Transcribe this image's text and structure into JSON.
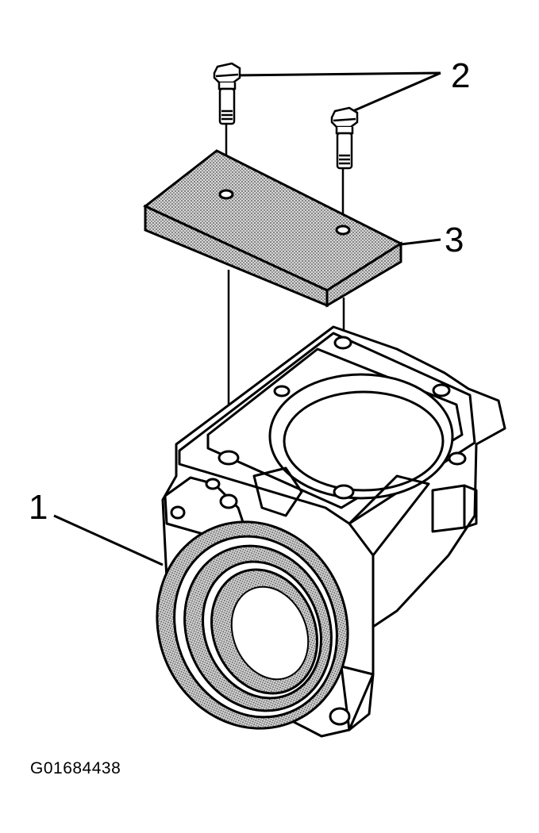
{
  "callouts": {
    "one": "1",
    "two": "2",
    "three": "3"
  },
  "figure_id": "G01684438",
  "colors": {
    "ink": "#000000",
    "stipple": "#8a8a8a",
    "paper": "#ffffff"
  }
}
